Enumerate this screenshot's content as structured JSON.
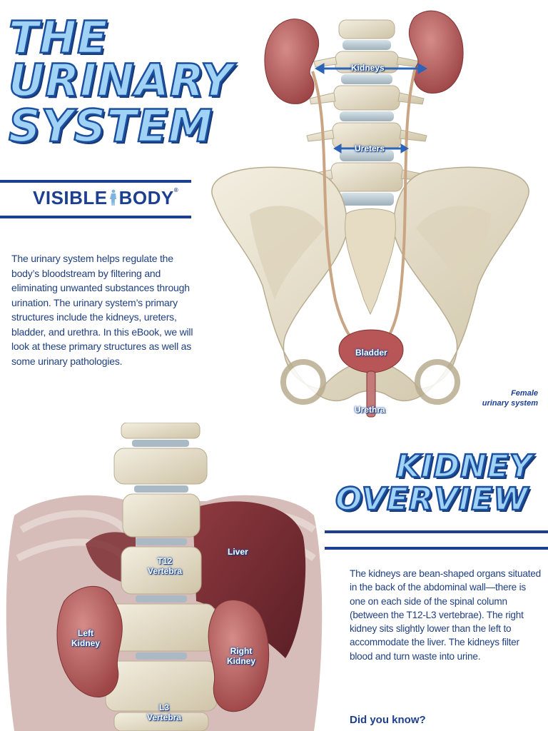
{
  "page1": {
    "title_lines": [
      "THE",
      "URINARY",
      "SYSTEM"
    ],
    "brand": {
      "part1": "VISIBLE",
      "part2": "BODY",
      "registered": "®"
    },
    "intro": "The urinary system helps regulate the body’s bloodstream by filtering and eliminating unwanted substances through urination. The urinary system’s primary structures include the kidneys, ureters, bladder, and urethra. In this eBook, we will look at these primary structures as well as some urinary pathologies.",
    "labels": {
      "kidneys": "Kidneys",
      "ureters": "Ureters",
      "bladder": "Bladder",
      "urethra": "Urethra"
    },
    "caption": [
      "Female",
      "urinary system"
    ]
  },
  "page2": {
    "title_lines": [
      "KIDNEY",
      "OVERVIEW"
    ],
    "body": "The kidneys are bean-shaped organs situated in the back of the abdominal wall—there is one on each side of the spinal column (between the T12-L3 vertebrae). The right kidney sits slightly lower than the left to accommodate the liver. The kidneys filter blood and turn waste into urine.",
    "did_you_know": "Did you know?",
    "labels": {
      "liver": "Liver",
      "t12": [
        "T12",
        "Vertebra"
      ],
      "left_kidney": [
        "Left",
        "Kidney"
      ],
      "right_kidney": [
        "Right",
        "Kidney"
      ],
      "l3": [
        "L3",
        "Vertebra"
      ]
    }
  },
  "colors": {
    "title_fill": "#9fd2f5",
    "title_stroke": "#1b4fa0",
    "rule": "#1c3f8f",
    "text": "#1f3f7f",
    "kidney": "#b4595a",
    "bone": "#e8e0cc",
    "liver": "#7c2f34"
  }
}
